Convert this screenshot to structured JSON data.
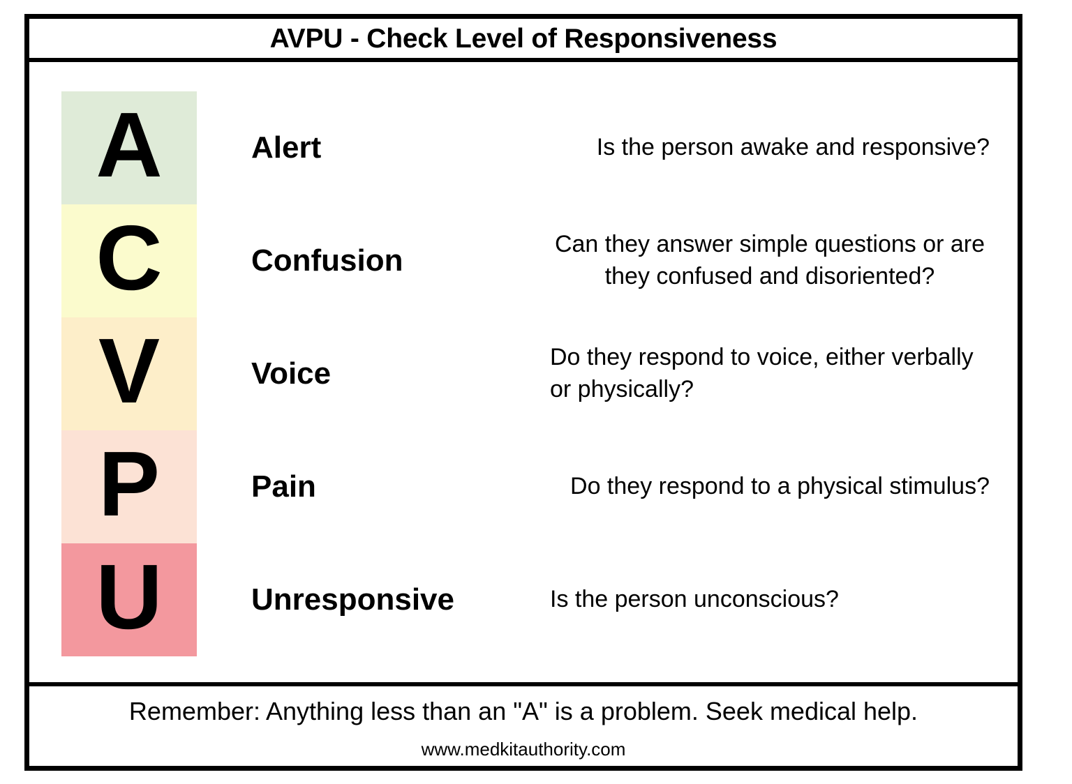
{
  "poster": {
    "title": "AVPU - Check Level of Responsiveness",
    "rows": [
      {
        "letter": "A",
        "label": "Alert",
        "description": "Is the person awake and responsive?",
        "color": "#dfebd8",
        "align": "right"
      },
      {
        "letter": "C",
        "label": "Confusion",
        "description": "Can they answer simple questions or are they confused and disoriented?",
        "color": "#fbfbcd",
        "align": "center"
      },
      {
        "letter": "V",
        "label": "Voice",
        "description": "Do they respond to voice, either verbally or physically?",
        "color": "#fdeec9",
        "align": "left"
      },
      {
        "letter": "P",
        "label": "Pain",
        "description": "Do they respond to a physical stimulus?",
        "color": "#fce2d5",
        "align": "right"
      },
      {
        "letter": "U",
        "label": "Unresponsive",
        "description": "Is the person unconscious?",
        "color": "#f3989e",
        "align": "left"
      }
    ],
    "footer": {
      "note": "Remember: Anything less than an \"A\" is a problem. Seek medical help.",
      "url": "www.medkitauthority.com"
    },
    "theme": {
      "border_color": "#000000",
      "background": "#ffffff",
      "text_color": "#000000"
    }
  }
}
